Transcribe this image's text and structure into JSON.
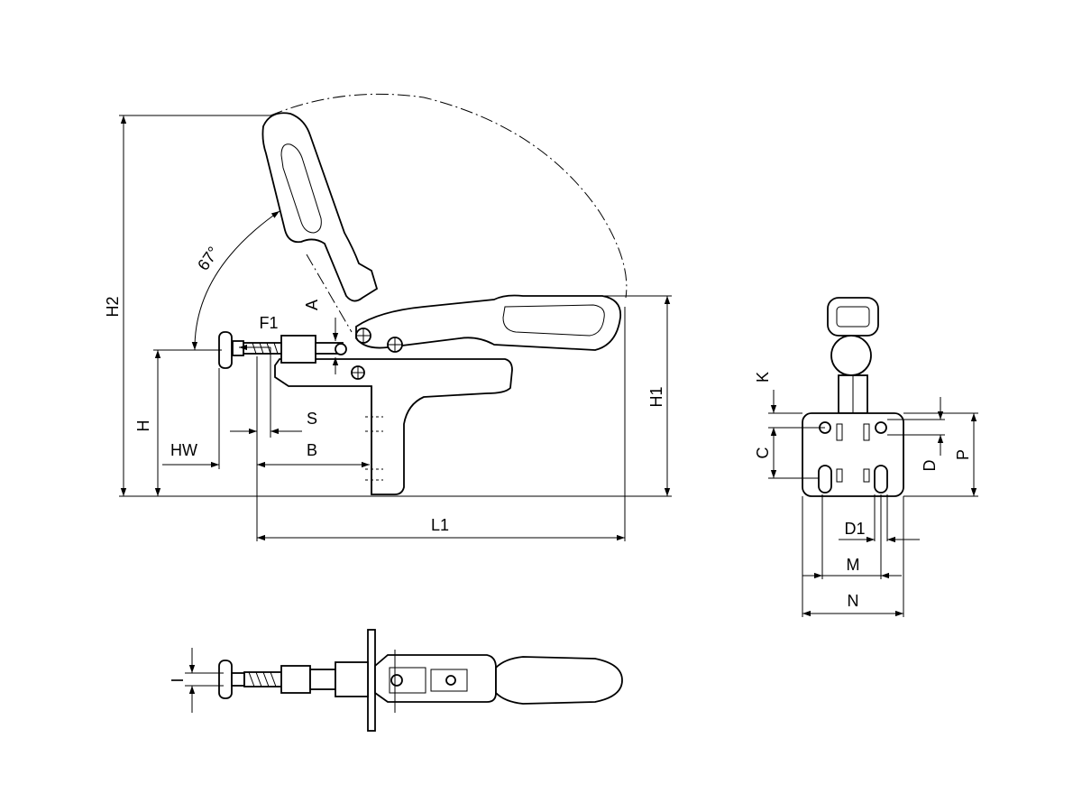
{
  "labels": {
    "angle": "67°",
    "A": "A",
    "F1": "F1",
    "H": "H",
    "H1": "H1",
    "H2": "H2",
    "HW": "HW",
    "S": "S",
    "B": "B",
    "L1": "L1",
    "K": "K",
    "C": "C",
    "D": "D",
    "P": "P",
    "D1": "D1",
    "M": "M",
    "N": "N",
    "I": "I"
  }
}
